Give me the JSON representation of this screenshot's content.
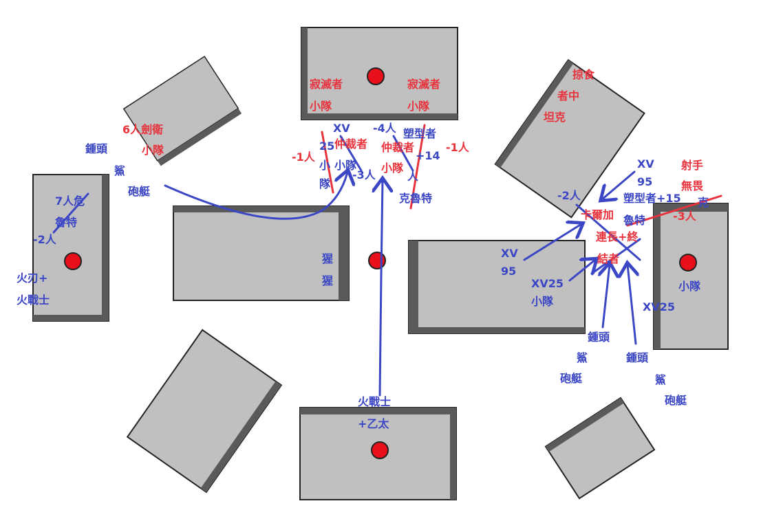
{
  "colors": {
    "building_fill": "#c0c0c0",
    "building_shadow": "#5a5a5a",
    "objective": "#e8101a",
    "blue_team": "#3b46c4",
    "red_team": "#e8323c"
  },
  "buildings": [
    {
      "name": "nw-building",
      "has_objective": false
    },
    {
      "name": "north-building",
      "has_objective": true
    },
    {
      "name": "ne-building",
      "has_objective": false
    },
    {
      "name": "west-building",
      "has_objective": true
    },
    {
      "name": "center-building",
      "has_objective": true
    },
    {
      "name": "center-right-building",
      "has_objective": false
    },
    {
      "name": "east-building",
      "has_objective": true
    },
    {
      "name": "sw-building",
      "has_objective": false
    },
    {
      "name": "south-building",
      "has_objective": true
    },
    {
      "name": "se-building",
      "has_objective": false
    }
  ],
  "labels": {
    "red": {
      "six_sword_guard": [
        "6人劍衛",
        "小隊"
      ],
      "silencer_left": [
        "寂滅者",
        "小隊"
      ],
      "silencer_right": [
        "寂滅者",
        "小隊"
      ],
      "minus_one_left": "-1人",
      "minus_one_right": "-1人",
      "arbiter_left": "仲裁者",
      "arbiter_right": "仲裁者",
      "arbiter_right_squad": "小隊",
      "ravager_tank": [
        "掠食",
        "者中",
        "坦克"
      ],
      "archer": [
        "射手",
        "無畏"
      ],
      "archer_minus": "-3人",
      "khorne_cultist": [
        "卡爾加",
        "連長+終",
        "結者"
      ]
    },
    "blue": {
      "hammerhead_left": [
        "鍾頭",
        "鯊",
        "砲艇"
      ],
      "seven_crisis": [
        "7人危",
        "魯特"
      ],
      "minus_two_west": "-2人",
      "firesword": [
        "火刃+",
        "火戰士"
      ],
      "xv25_north": [
        "XV",
        "25"
      ],
      "small_squad_north": [
        "小",
        "隊"
      ],
      "minus_four": "-4人",
      "sculptor_north": [
        "塑型者",
        "+14"
      ],
      "squad_north_mid": "小隊",
      "minus_three_north": "-3人",
      "person_north": "人",
      "kroot_north": "克魯特",
      "small_squad_mid": "小隊",
      "orangutan": [
        "猩",
        "猩"
      ],
      "firewarrior_south": [
        "火戰士",
        "+乙太"
      ],
      "xv95_ne": [
        "XV",
        "95"
      ],
      "minus_two_ne": "-2人",
      "sculptor_ne": "塑型者+15",
      "kroot_ne_partial": "克",
      "kroot_ne": "魯特",
      "xv95_center": [
        "XV",
        "95"
      ],
      "xv25_squad": [
        "XV25",
        "小隊"
      ],
      "xv25_east": "XV25",
      "hammerhead_se1": [
        "鍾頭",
        "鯊",
        "砲艇"
      ],
      "hammerhead_se2": [
        "鍾頭",
        "鯊",
        "砲艇"
      ],
      "east_squad": "小隊"
    }
  }
}
